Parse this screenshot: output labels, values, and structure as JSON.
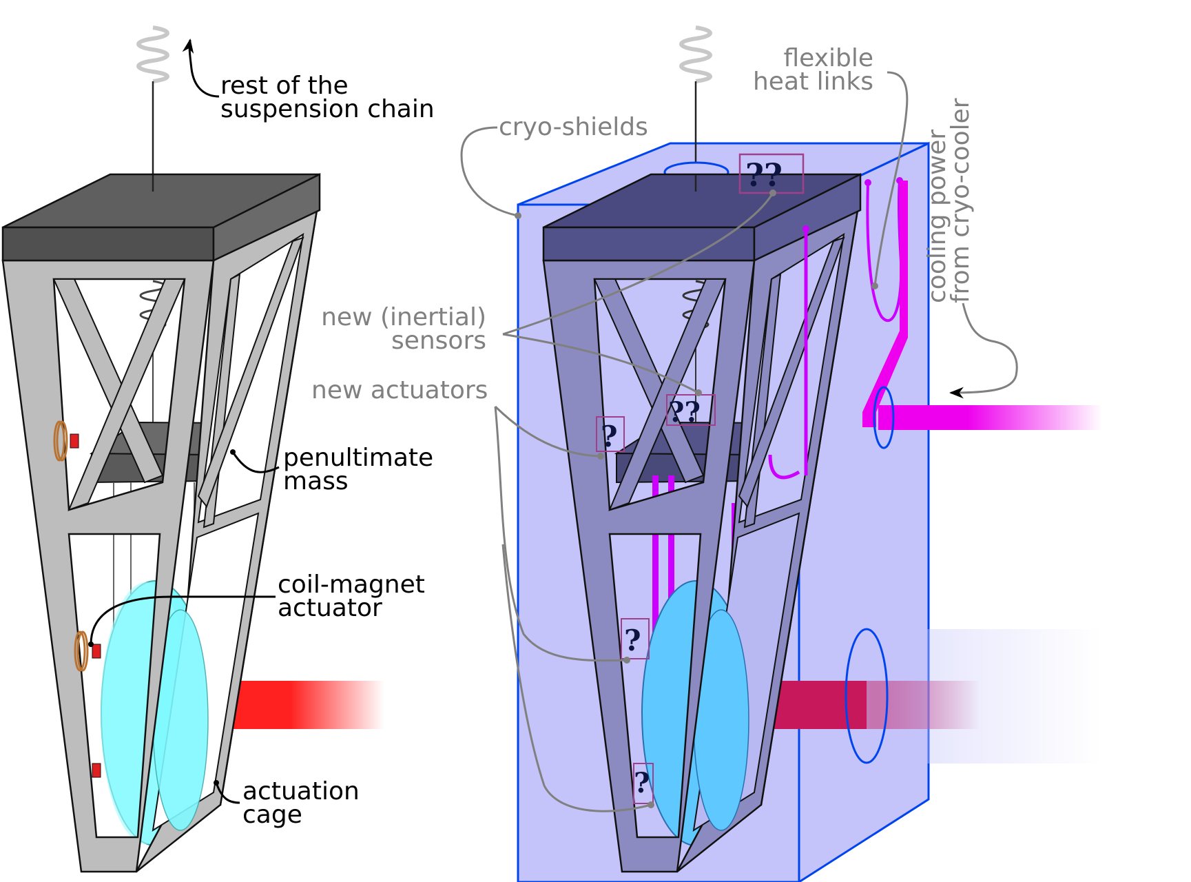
{
  "left_labels": {
    "suspension_line1": "rest of the",
    "suspension_line2": "suspension chain",
    "penultimate_line1": "penultimate",
    "penultimate_line2": "mass",
    "coil_line1": "coil-magnet",
    "coil_line2": "actuator",
    "cage_line1": "actuation",
    "cage_line2": "cage"
  },
  "right_labels": {
    "heat_links_line1": "flexible",
    "heat_links_line2": "heat links",
    "cryo_shields": "cryo-shields",
    "sensors_line1": "new (inertial)",
    "sensors_line2": "sensors",
    "actuators": "new actuators",
    "cooling_line1": "cooling power",
    "cooling_line2": "from cryo-cooler"
  },
  "sensor_marks": {
    "double": "??",
    "single": "?"
  },
  "colors": {
    "cage_gray": "#bdbdbd",
    "top_plate": "#5f5f5f",
    "mirror": "#7ff9ff",
    "laser": "#ff2020",
    "shield_fill": "#c4c4fa",
    "shield_stroke": "#0044ee",
    "heat_link": "#dd00ff",
    "cooling_bar": "#ee00ee",
    "annotation_gray": "#808080"
  }
}
